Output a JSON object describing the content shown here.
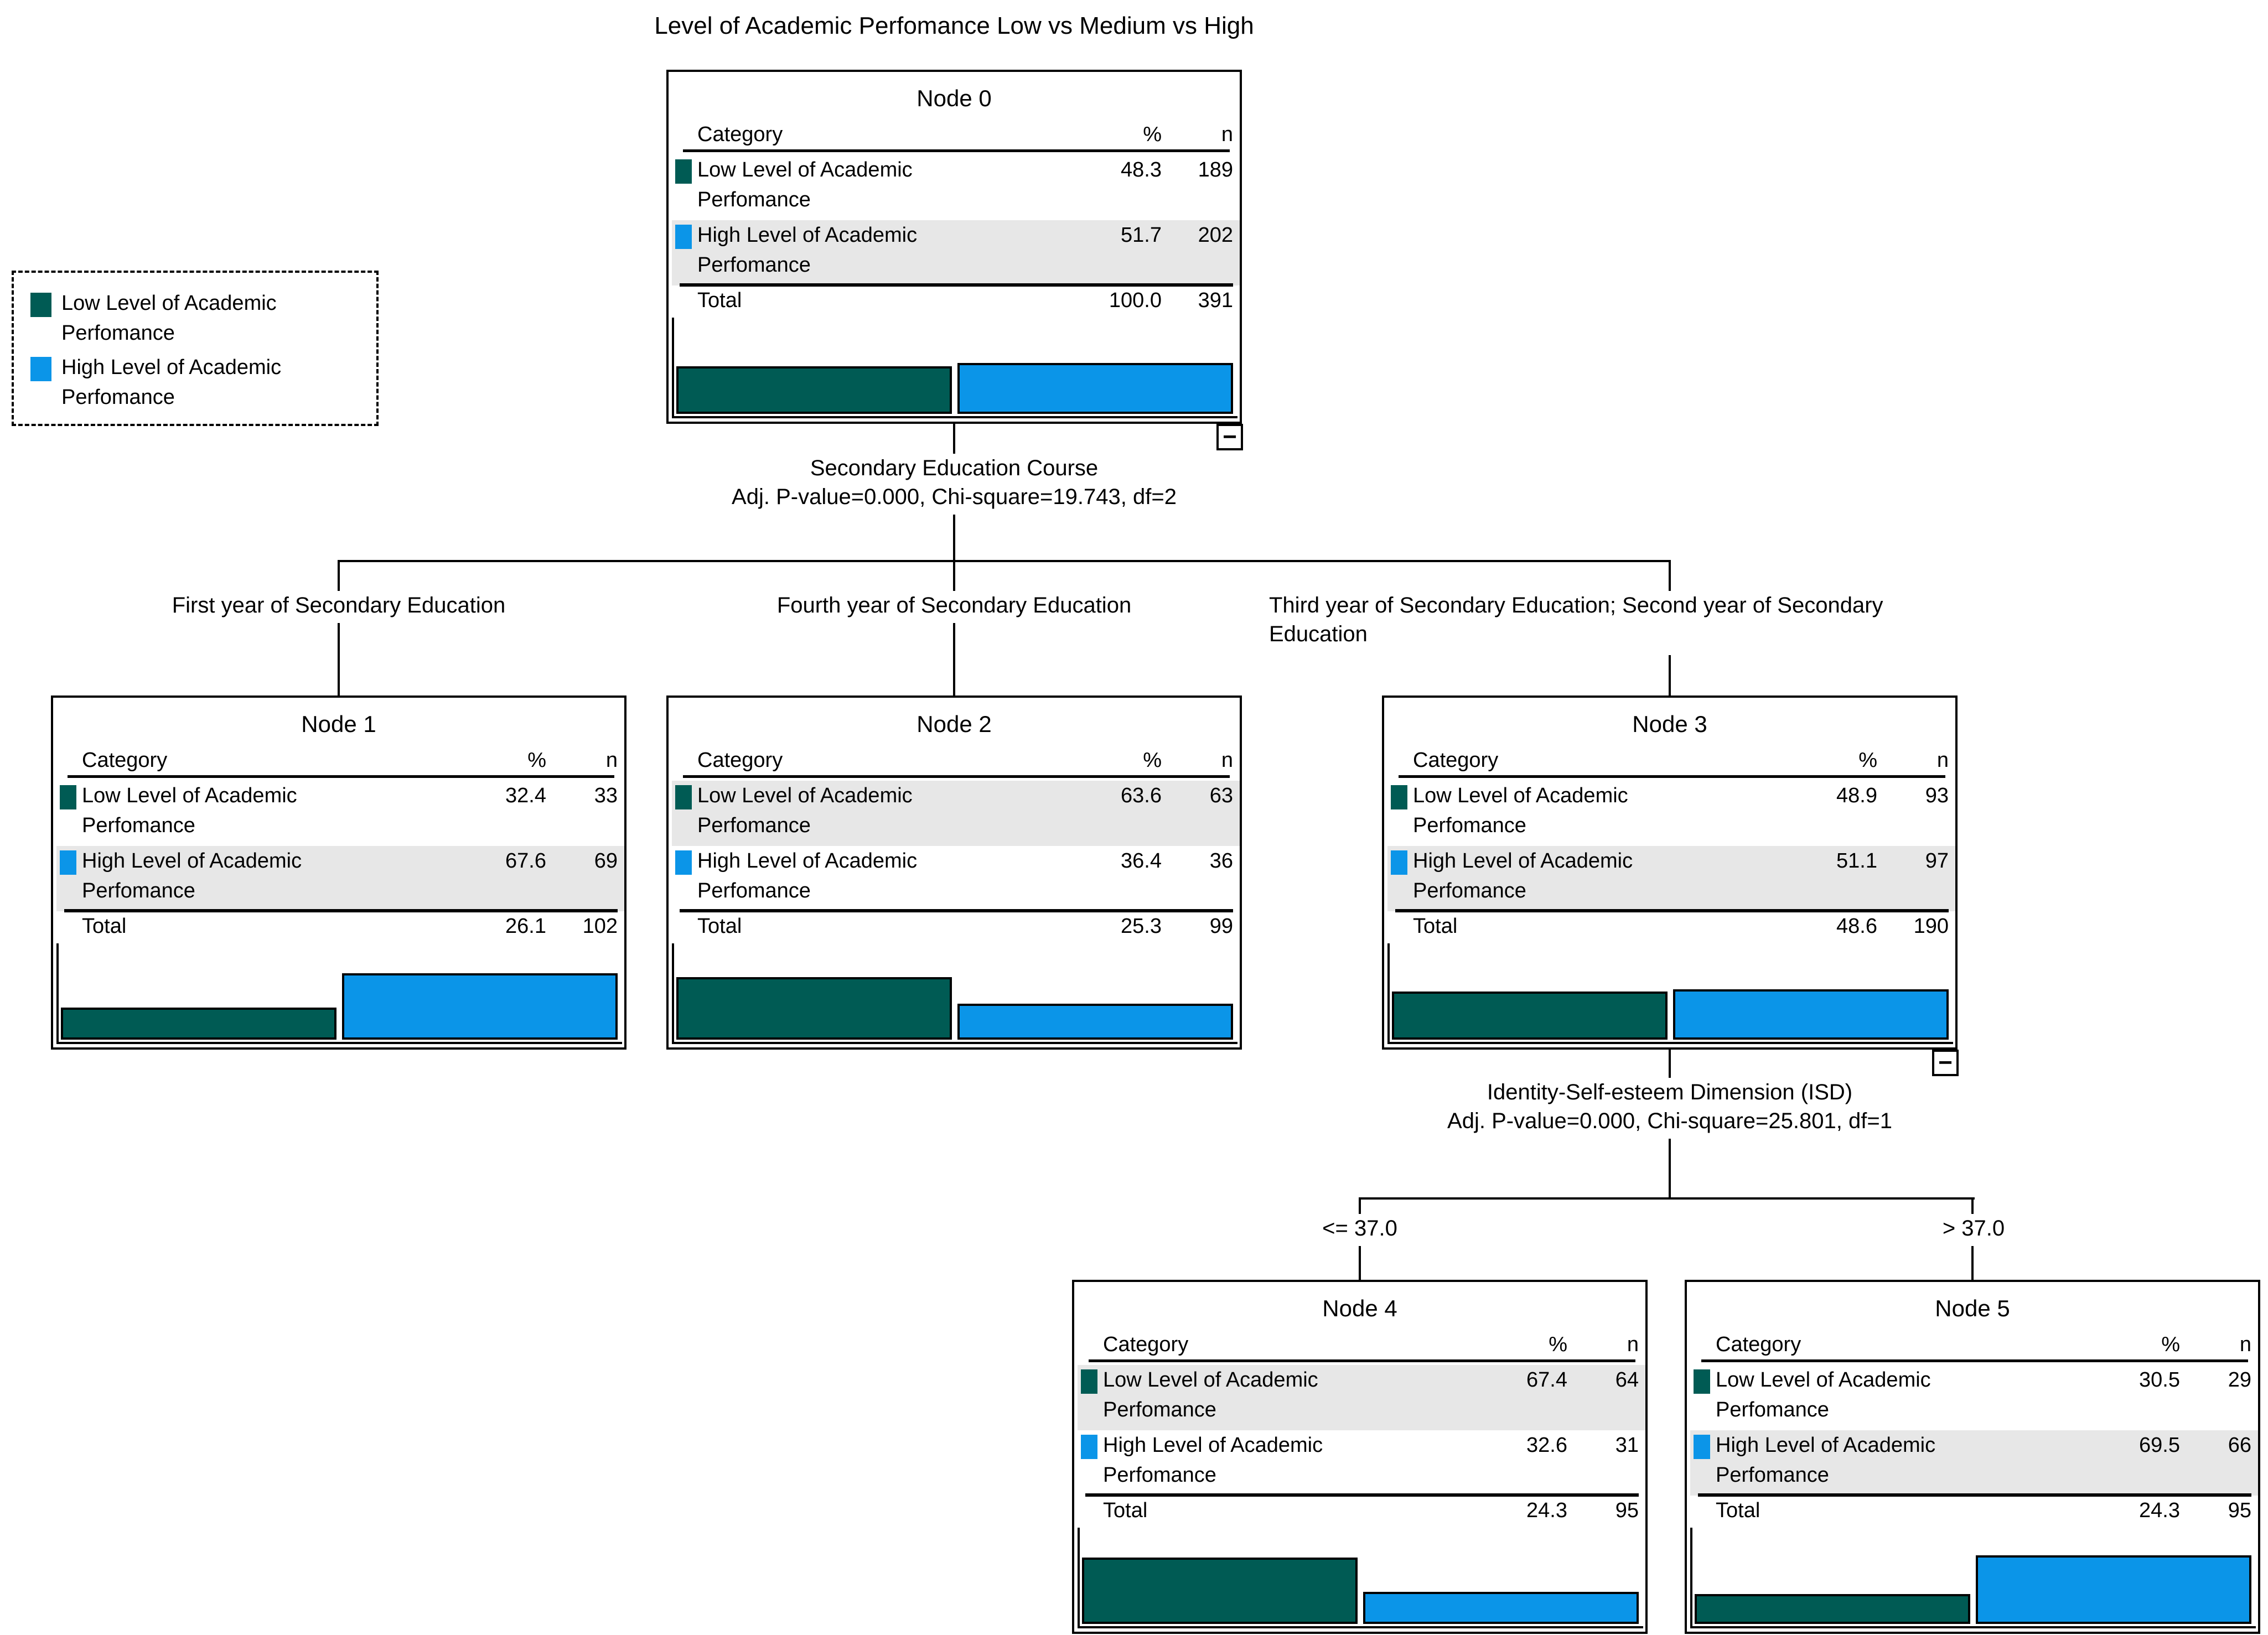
{
  "title": "Level of Academic Perfomance Low vs Medium vs High",
  "colors": {
    "low_category": "#005B54",
    "high_category": "#0B95E8",
    "highlight_row_bg": "#E7E7E7"
  },
  "legend": {
    "items": [
      {
        "label": "Low Level of Academic Perfomance"
      },
      {
        "label": "High Level of Academic Perfomance"
      }
    ]
  },
  "headers": {
    "category": "Category",
    "pct": "%",
    "n": "n"
  },
  "total_label": "Total",
  "collapse_glyph": "−",
  "nodes": [
    {
      "id": "Node 0",
      "highlight_row": 1,
      "total": {
        "pct": "100.0",
        "n": "391"
      },
      "rows": [
        {
          "category": "Low Level of Academic Perfomance",
          "pct": "48.3",
          "n": "189"
        },
        {
          "category": "High Level of Academic Perfomance",
          "pct": "51.7",
          "n": "202"
        }
      ]
    },
    {
      "id": "Node 1",
      "highlight_row": 1,
      "total": {
        "pct": "26.1",
        "n": "102"
      },
      "rows": [
        {
          "category": "Low Level of Academic Perfomance",
          "pct": "32.4",
          "n": "33"
        },
        {
          "category": "High Level of Academic Perfomance",
          "pct": "67.6",
          "n": "69"
        }
      ]
    },
    {
      "id": "Node 2",
      "highlight_row": 0,
      "total": {
        "pct": "25.3",
        "n": "99"
      },
      "rows": [
        {
          "category": "Low Level of Academic Perfomance",
          "pct": "63.6",
          "n": "63"
        },
        {
          "category": "High Level of Academic Perfomance",
          "pct": "36.4",
          "n": "36"
        }
      ]
    },
    {
      "id": "Node 3",
      "highlight_row": 1,
      "total": {
        "pct": "48.6",
        "n": "190"
      },
      "rows": [
        {
          "category": "Low Level of Academic Perfomance",
          "pct": "48.9",
          "n": "93"
        },
        {
          "category": "High Level of Academic Perfomance",
          "pct": "51.1",
          "n": "97"
        }
      ]
    },
    {
      "id": "Node 4",
      "highlight_row": 0,
      "total": {
        "pct": "24.3",
        "n": "95"
      },
      "rows": [
        {
          "category": "Low Level of Academic Perfomance",
          "pct": "67.4",
          "n": "64"
        },
        {
          "category": "High Level of Academic Perfomance",
          "pct": "32.6",
          "n": "31"
        }
      ]
    },
    {
      "id": "Node 5",
      "highlight_row": 1,
      "total": {
        "pct": "24.3",
        "n": "95"
      },
      "rows": [
        {
          "category": "Low Level of Academic Perfomance",
          "pct": "30.5",
          "n": "29"
        },
        {
          "category": "High Level of Academic Perfomance",
          "pct": "69.5",
          "n": "66"
        }
      ]
    }
  ],
  "splits": [
    {
      "variable": "Secondary Education Course",
      "stats": "Adj. P-value=0.000, Chi-square=19.743, df=2"
    },
    {
      "variable": "Identity-Self-esteem Dimension (ISD)",
      "stats": "Adj. P-value=0.000, Chi-square=25.801, df=1"
    }
  ],
  "branches": [
    {
      "label": "First year of Secondary Education"
    },
    {
      "label": "Fourth year of Secondary Education"
    },
    {
      "label": "Third year of Secondary Education; Second year of Secondary Education"
    },
    {
      "label": "<= 37.0"
    },
    {
      "label": "> 37.0"
    }
  ]
}
